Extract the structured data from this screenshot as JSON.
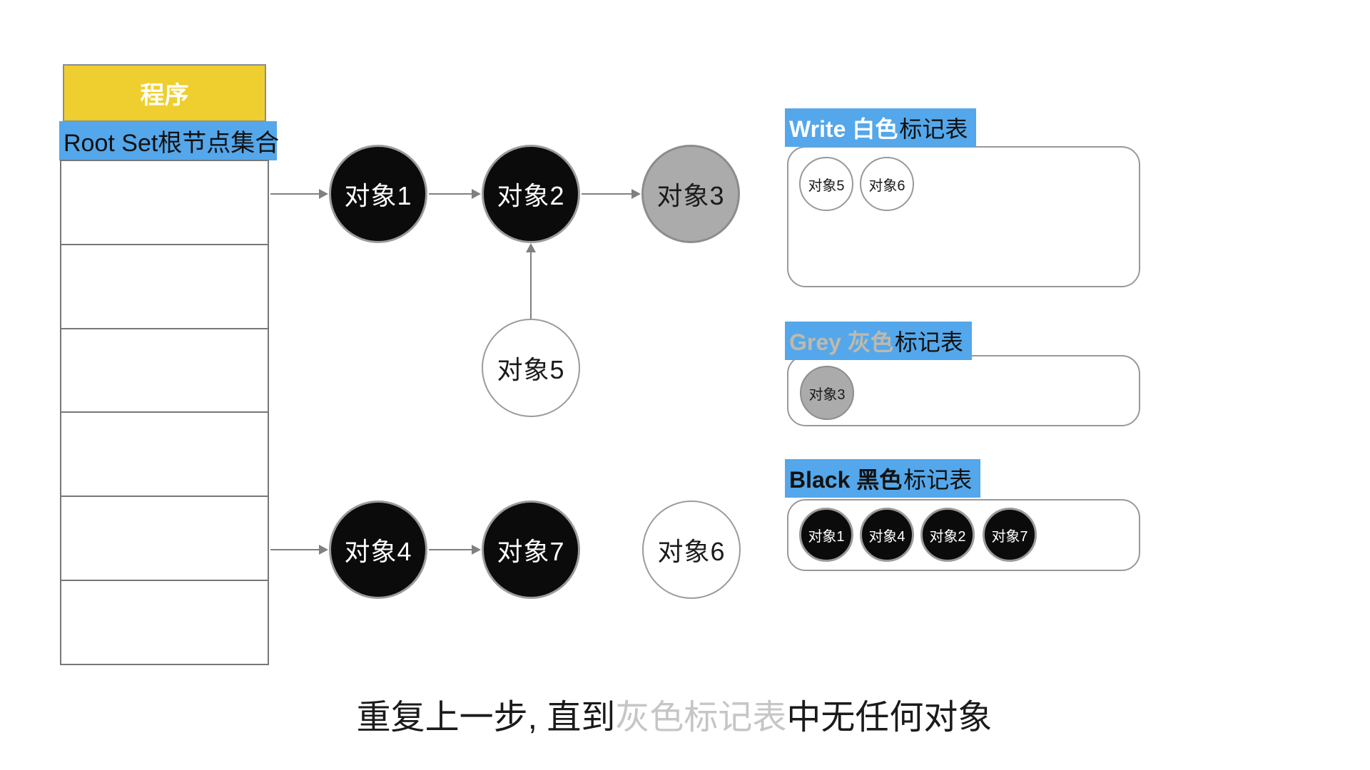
{
  "program": {
    "label": "程序"
  },
  "root_set": {
    "label": "Root Set根节点集合"
  },
  "nodes": {
    "obj1": {
      "label": "对象1",
      "color": "black"
    },
    "obj2": {
      "label": "对象2",
      "color": "black"
    },
    "obj3": {
      "label": "对象3",
      "color": "gray"
    },
    "obj5": {
      "label": "对象5",
      "color": "white"
    },
    "obj4": {
      "label": "对象4",
      "color": "black"
    },
    "obj7": {
      "label": "对象7",
      "color": "black"
    },
    "obj6": {
      "label": "对象6",
      "color": "white"
    }
  },
  "panels": {
    "white": {
      "title_colored": "Write 白色",
      "title_suffix": "标记表",
      "items": [
        {
          "label": "对象5",
          "color": "white"
        },
        {
          "label": "对象6",
          "color": "white"
        }
      ]
    },
    "grey": {
      "title_colored": "Grey 灰色",
      "title_suffix": "标记表",
      "items": [
        {
          "label": "对象3",
          "color": "gray"
        }
      ]
    },
    "black": {
      "title_colored": "Black 黑色",
      "title_suffix": "标记表",
      "items": [
        {
          "label": "对象1",
          "color": "black"
        },
        {
          "label": "对象4",
          "color": "black"
        },
        {
          "label": "对象2",
          "color": "black"
        },
        {
          "label": "对象7",
          "color": "black"
        }
      ]
    }
  },
  "caption": {
    "prefix": "重复上一步, 直到",
    "highlight": "灰色标记表",
    "suffix": "中无任何对象"
  },
  "colors": {
    "header_blue": "#54A7EA",
    "program_yellow": "#EFCE2F",
    "gray_fill": "#ABABAB",
    "grey_title_text": "#BFB9AC",
    "caption_highlight": "#C6C6C6",
    "line_gray": "#808080"
  }
}
